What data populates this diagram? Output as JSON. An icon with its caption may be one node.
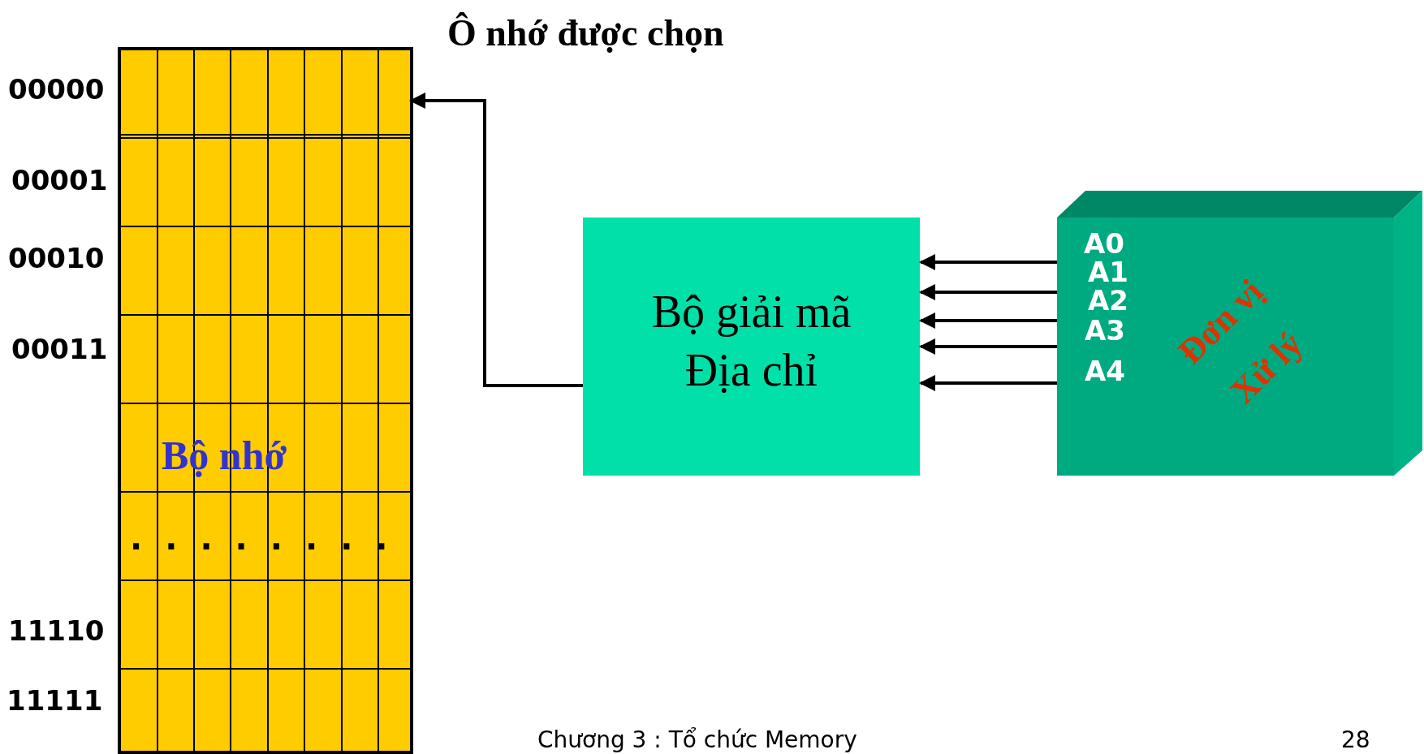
{
  "diagram": {
    "nodes": [
      {
        "text": [
          "Bộ nhớ"
        ]
      },
      {
        "text": [],
        "shape": "box",
        "in": 0
      },
      {
        "text": [
          "Bộ giải mã Địa chỉ"
        ]
      },
      {
        "text": [
          "Đơn vị Xử lý"
        ]
      }
    ],
    "edges": [
      {
        "from": 3,
        "to": 2,
        "arrow": "to",
        "label": "A0"
      },
      {
        "from": 3,
        "to": 2,
        "arrow": "to",
        "label": "A1"
      },
      {
        "from": 3,
        "to": 2,
        "arrow": "to",
        "label": "A2"
      },
      {
        "from": 3,
        "to": 2,
        "arrow": "to",
        "label": "A3"
      },
      {
        "from": 3,
        "to": 2,
        "arrow": "to",
        "label": "A4"
      },
      {
        "from": 2,
        "to": 1,
        "arrow": "to"
      }
    ],
    "labels": [
      "Ô nhớ được chọn",
      "00000",
      "00001",
      "00010",
      "00011",
      "........",
      "11110",
      "11111",
      "Chương 3 : Tổ chức Memory",
      "28"
    ]
  }
}
